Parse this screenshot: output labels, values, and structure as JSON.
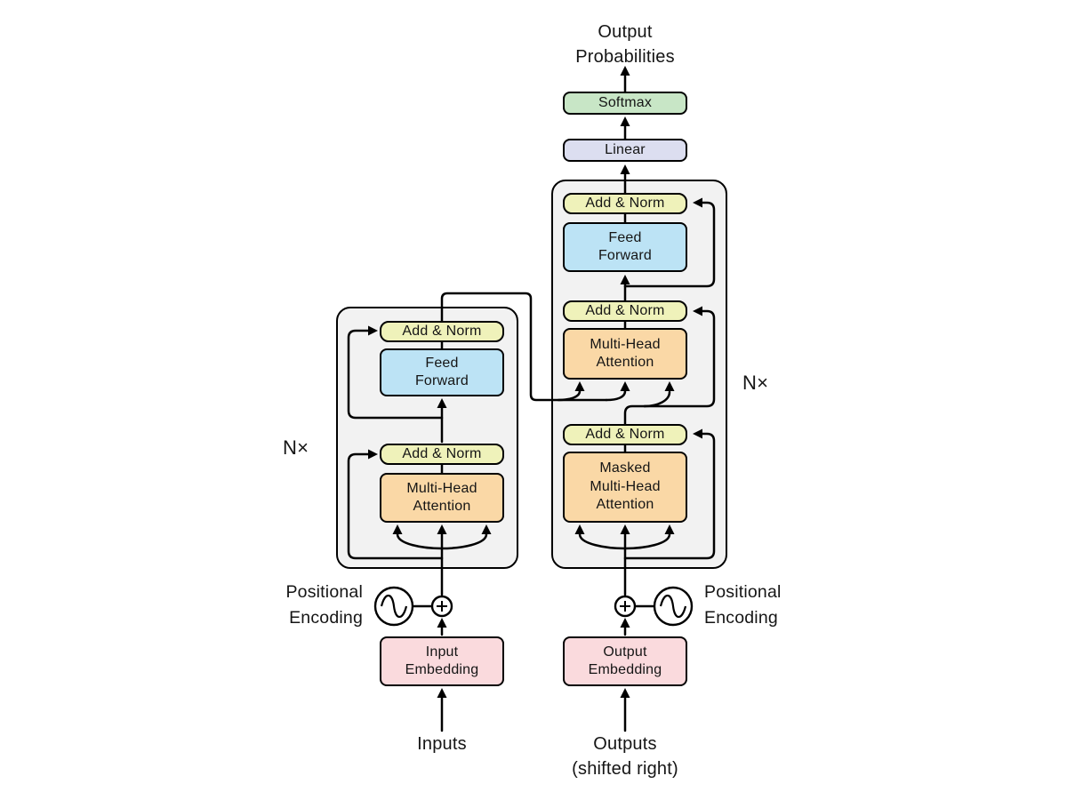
{
  "colors": {
    "softmax": "#c8e6c6",
    "linear": "#dcdef0",
    "add_norm": "#eff2ba",
    "feed_forward": "#bce3f5",
    "attention": "#fad8a6",
    "embedding": "#fadadd",
    "block_background": "#f2f2f2",
    "stroke": "#000000"
  },
  "labels": {
    "output_probabilities": "Output\nProbabilities",
    "inputs": "Inputs",
    "outputs": "Outputs\n(shifted right)",
    "positional_encoding": "Positional\nEncoding",
    "n_times": "N×"
  },
  "head": {
    "softmax": "Softmax",
    "linear": "Linear"
  },
  "encoder": {
    "add_norm_top": "Add & Norm",
    "feed_forward": "Feed\nForward",
    "add_norm_bottom": "Add & Norm",
    "attention": "Multi-Head\nAttention",
    "embedding": "Input\nEmbedding"
  },
  "decoder": {
    "add_norm_top": "Add & Norm",
    "feed_forward": "Feed\nForward",
    "add_norm_mid": "Add & Norm",
    "cross_attention": "Multi-Head\nAttention",
    "add_norm_bottom": "Add & Norm",
    "masked_attention": "Masked\nMulti-Head\nAttention",
    "embedding": "Output\nEmbedding"
  }
}
